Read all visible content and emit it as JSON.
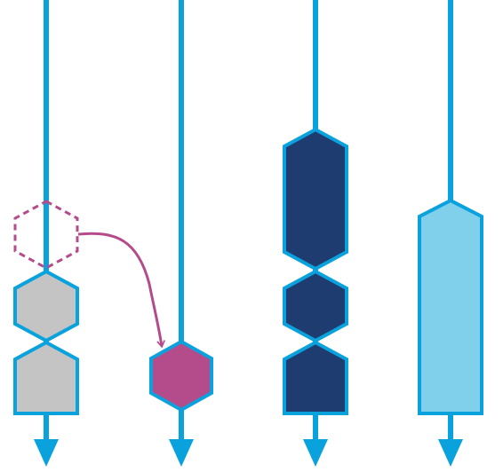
{
  "colors": {
    "line": "#0aa2dc",
    "gray_fill": "#c4c4c4",
    "magenta": "#b44c8c",
    "navy_fill": "#1f3c70",
    "light_fill": "#80d0ec",
    "background": "#ffffff"
  },
  "lanes": [
    {
      "name": "lane-1",
      "shapes": [
        {
          "name": "dashed-hexagon",
          "kind": "hexagon",
          "style": "dashed",
          "fill": "none",
          "stroke": "magenta"
        },
        {
          "name": "gray-hexagon",
          "kind": "hexagon",
          "style": "solid",
          "fill": "gray_fill",
          "stroke": "line"
        },
        {
          "name": "gray-truncated-block",
          "kind": "truncated",
          "style": "solid",
          "fill": "gray_fill",
          "stroke": "line"
        }
      ]
    },
    {
      "name": "lane-2",
      "shapes": [
        {
          "name": "magenta-hexagon",
          "kind": "hexagon",
          "style": "solid",
          "fill": "magenta",
          "stroke": "line"
        }
      ]
    },
    {
      "name": "lane-3",
      "shapes": [
        {
          "name": "navy-elongated-hexagon",
          "kind": "elongated-hexagon",
          "style": "solid",
          "fill": "navy_fill",
          "stroke": "line"
        },
        {
          "name": "navy-hexagon",
          "kind": "hexagon",
          "style": "solid",
          "fill": "navy_fill",
          "stroke": "line"
        },
        {
          "name": "navy-truncated-block",
          "kind": "truncated",
          "style": "solid",
          "fill": "navy_fill",
          "stroke": "line"
        }
      ]
    },
    {
      "name": "lane-4",
      "shapes": [
        {
          "name": "light-blue-pentagon-block",
          "kind": "pentagon-block",
          "style": "solid",
          "fill": "light_fill",
          "stroke": "line"
        }
      ]
    }
  ],
  "connectors": [
    {
      "name": "move-arrow",
      "from": "dashed-hexagon",
      "to": "magenta-hexagon",
      "color": "magenta"
    }
  ]
}
